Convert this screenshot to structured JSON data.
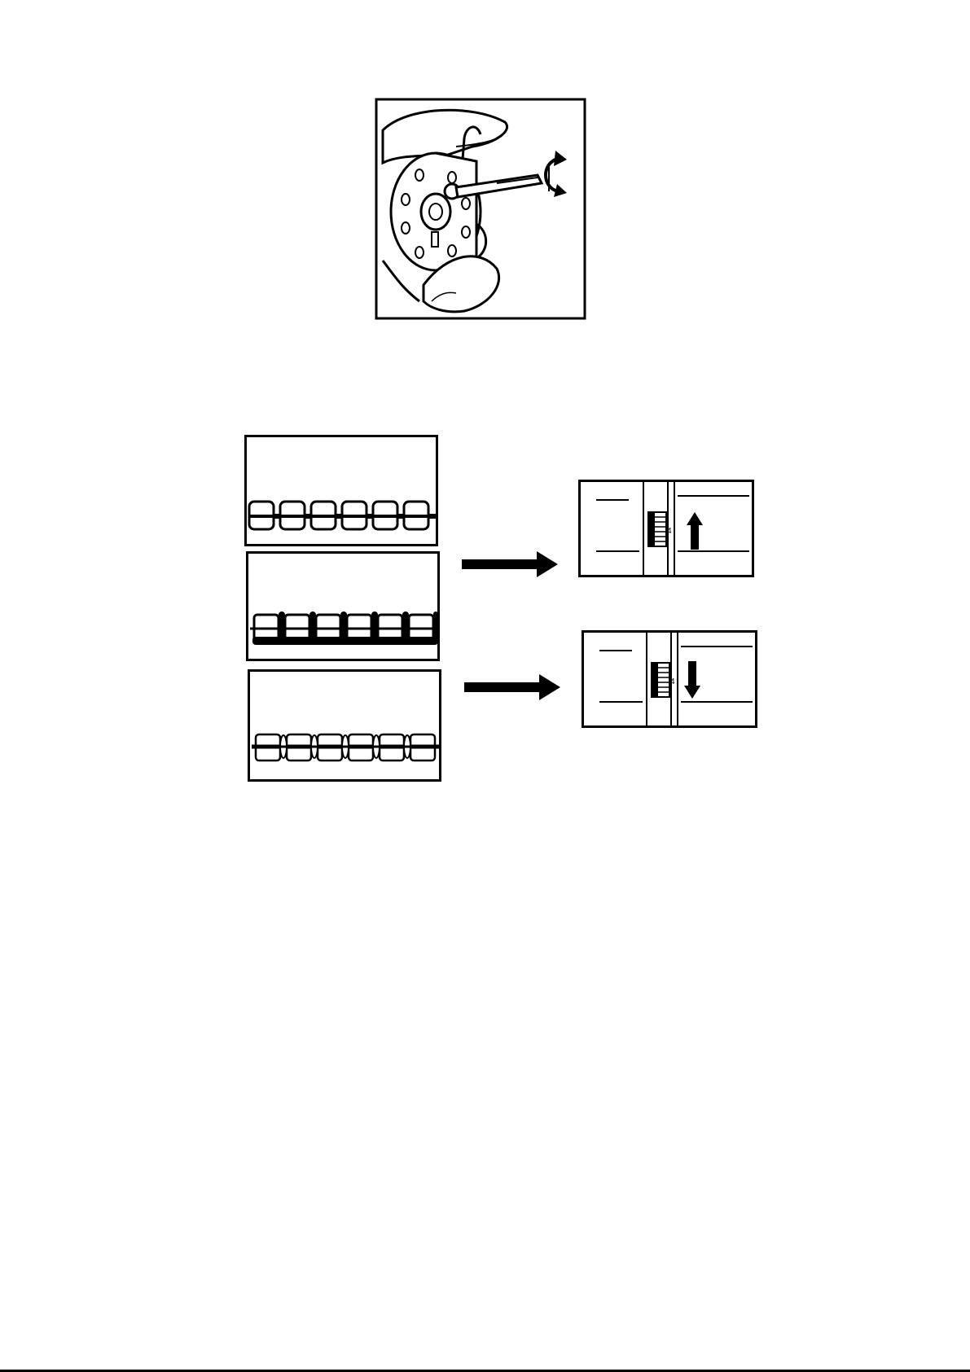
{
  "figures": {
    "bobbin_case": {
      "icon": "bobbin-case-screwdriver-illustration"
    },
    "stitch_samples": [
      {
        "icon": "stitch-sample-illustration",
        "variant": "upper-thread-dominant"
      },
      {
        "icon": "stitch-sample-illustration",
        "variant": "lower-thread-dominant"
      },
      {
        "icon": "stitch-sample-illustration",
        "variant": "balanced"
      }
    ],
    "tension_dials": [
      {
        "icon": "tension-dial-illustration",
        "direction": "up"
      },
      {
        "icon": "tension-dial-illustration",
        "direction": "down"
      }
    ],
    "arrows": [
      {
        "icon": "arrow-right-icon"
      },
      {
        "icon": "arrow-right-icon"
      }
    ],
    "dial_label": "4"
  },
  "colors": {
    "ink": "#000000",
    "paper": "#ffffff"
  }
}
